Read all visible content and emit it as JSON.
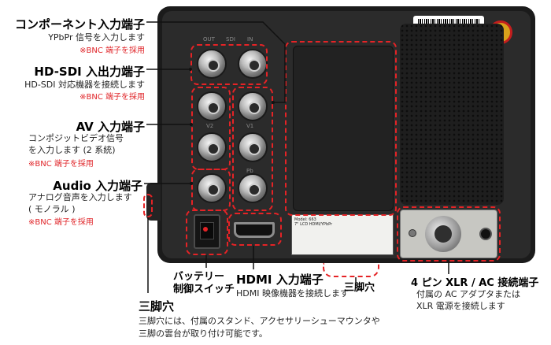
{
  "annotations": {
    "component": {
      "title": "コンポーネント入力端子",
      "desc": "YPbPr 信号を入力します",
      "note": "※BNC 端子を採用"
    },
    "hdsdi": {
      "title": "HD-SDI 入出力端子",
      "desc": "HD-SDI 対応機器を接続します",
      "note": "※BNC 端子を採用"
    },
    "av": {
      "title": "AV 入力端子",
      "desc1": "コンポジットビデオ信号",
      "desc2": "を入力します (2 系統)",
      "note": "※BNC 端子を採用"
    },
    "audio": {
      "title": "Audio 入力端子",
      "desc1": "アナログ音声を入力します",
      "desc2": "( モノラル )",
      "note": "※BNC 端子を採用"
    },
    "battery": {
      "title1": "バッテリー",
      "title2": "制御スイッチ"
    },
    "hdmi": {
      "title": "HDMI 入力端子",
      "desc": "HDMI 映像機器を接続します"
    },
    "tripod_bottom": {
      "title": "三脚穴"
    },
    "xlr": {
      "title": "4 ピン XLR / AC 接続端子",
      "desc1": "付属の AC アダプタまたは",
      "desc2": "XLR 電源を接続します"
    },
    "tripod_side": {
      "title": "三脚穴",
      "desc1": "三脚穴には、付属のスタンド、アクセサリーシューマウンタや",
      "desc2": "三脚の雲台が取り付け可能です。"
    }
  },
  "device": {
    "jack_labels": {
      "out": "OUT",
      "sdi": "SDI",
      "in": "IN",
      "v2": "V2",
      "v1": "V1",
      "pb": "Pb"
    },
    "rating_label": {
      "line1": "Model: 663",
      "line2": "7\" LCD HDMI/YPbPr"
    },
    "colors": {
      "accent": "#e52326",
      "body": "#1b1b1b"
    }
  }
}
